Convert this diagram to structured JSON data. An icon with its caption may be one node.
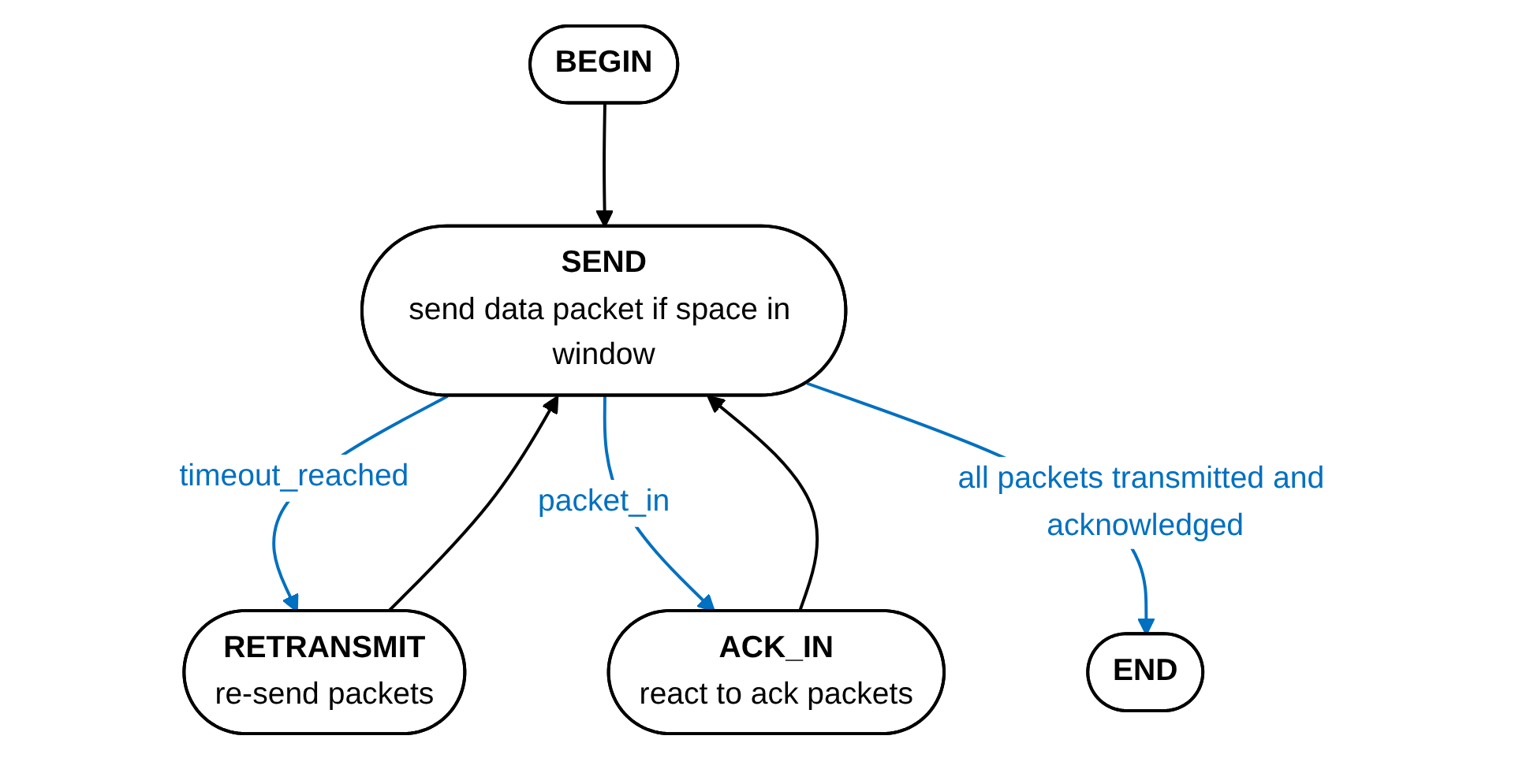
{
  "diagram": {
    "nodes": [
      {
        "text": [
          "BEGIN"
        ]
      },
      {
        "text": [
          "RETRANSMIT",
          "re-send packets"
        ]
      },
      {
        "text": [
          "SEND",
          "send data packet if space in window"
        ]
      },
      {
        "text": [
          "ACK_IN",
          "react to ack packets"
        ]
      },
      {
        "text": [
          "END"
        ]
      }
    ],
    "edges": [
      {
        "from": 0,
        "to": 2,
        "arrow": "to"
      },
      {
        "from": 2,
        "to": 1,
        "arrow": "to",
        "label": "timeout_reached",
        "color": "#0070c0"
      },
      {
        "from": 1,
        "to": 2,
        "arrow": "to"
      },
      {
        "from": 2,
        "to": 3,
        "arrow": "to",
        "label": "packet_in",
        "color": "#0070c0"
      },
      {
        "from": 3,
        "to": 2,
        "arrow": "to"
      },
      {
        "from": 2,
        "to": 4,
        "arrow": "to",
        "label": "all packets transmitted and acknowledged",
        "color": "#0070c0"
      }
    ]
  }
}
